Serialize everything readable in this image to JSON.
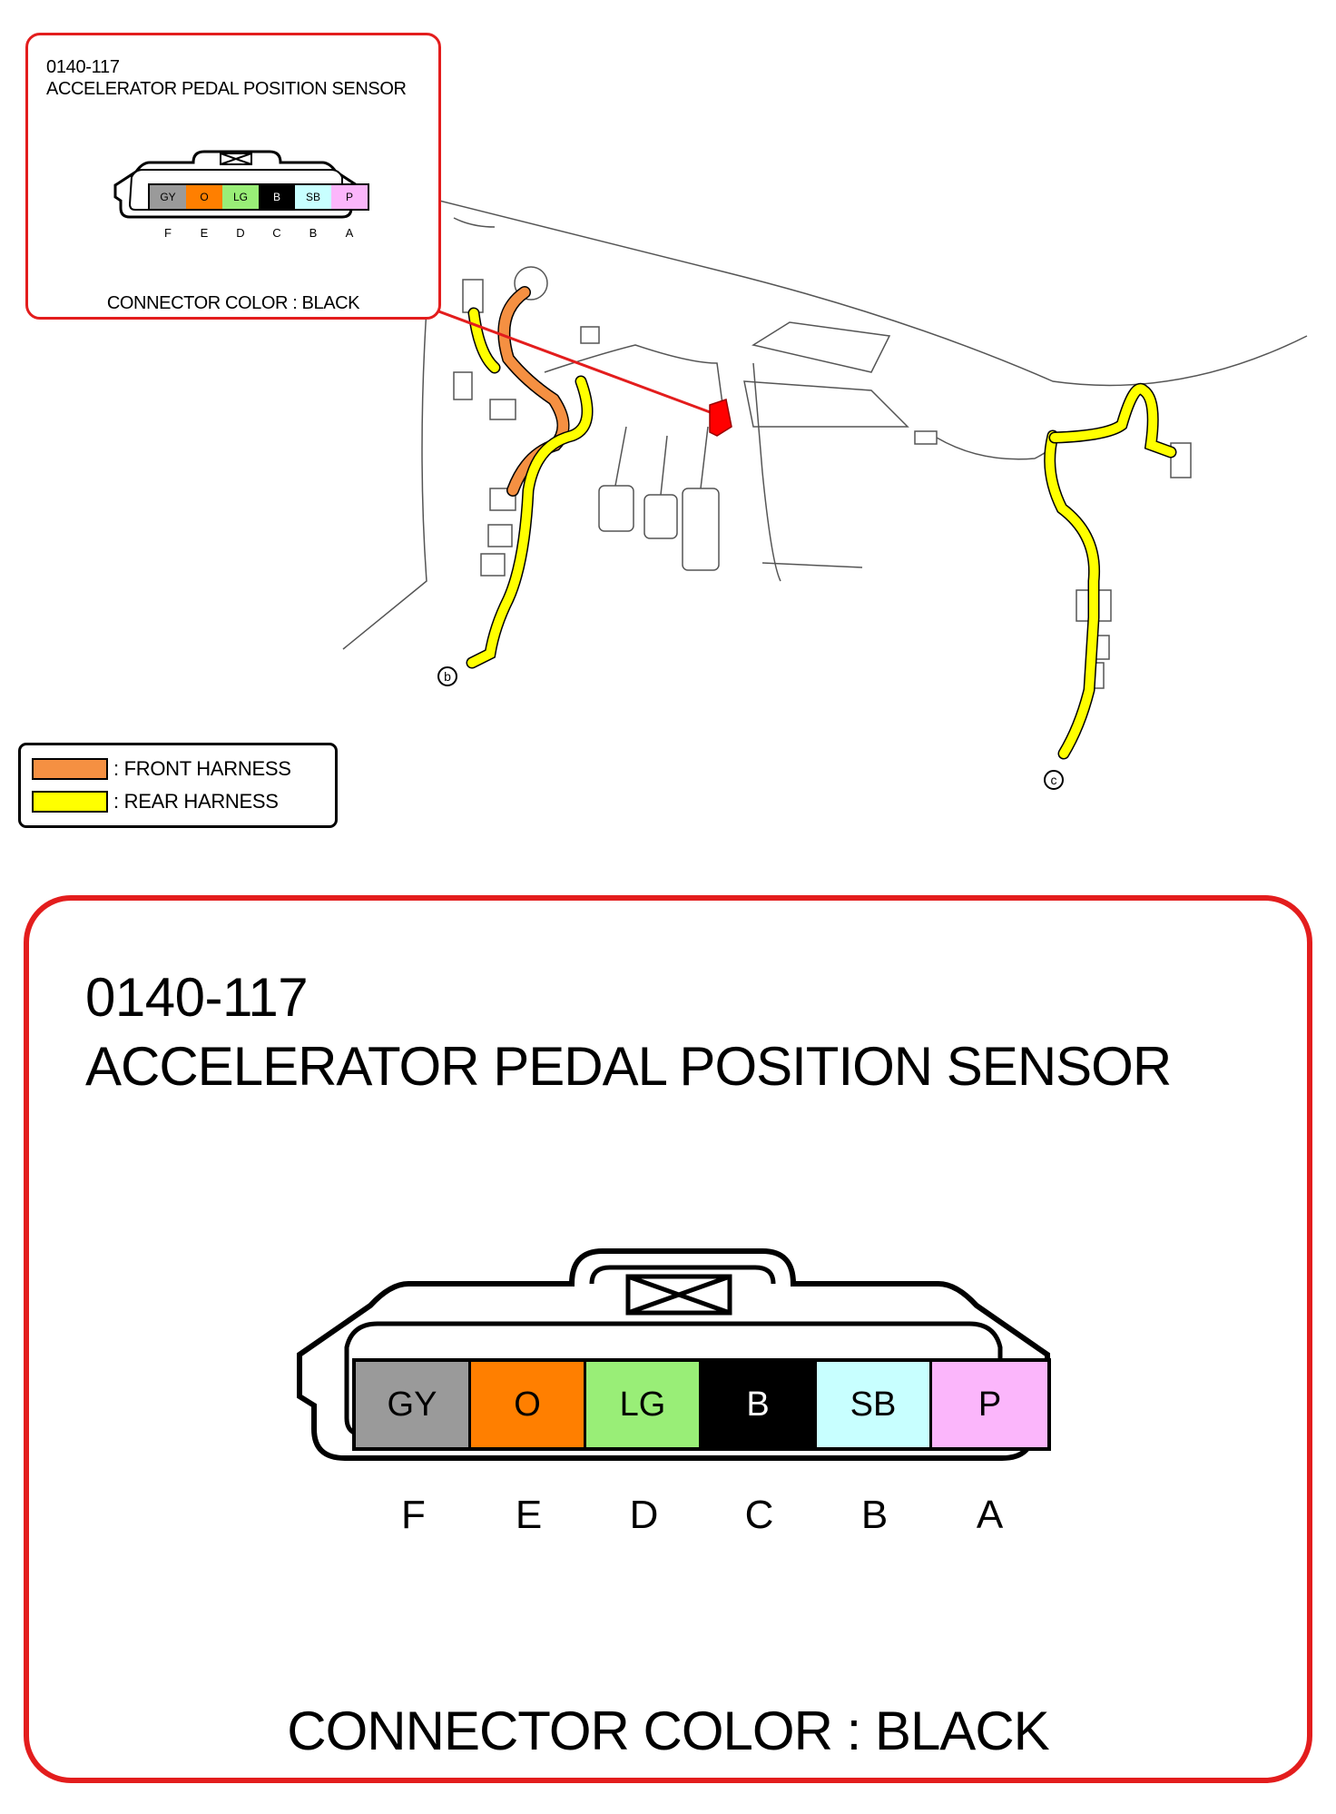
{
  "connector": {
    "code": "0140-117",
    "name": "ACCELERATOR PEDAL POSITION SENSOR",
    "connector_color_text": "CONNECTOR COLOR : BLACK",
    "cavities": [
      {
        "wire": "GY",
        "pin": "F",
        "fill": "#9a9a9a",
        "text_color": "#000000"
      },
      {
        "wire": "O",
        "pin": "E",
        "fill": "#ff7f00",
        "text_color": "#000000"
      },
      {
        "wire": "LG",
        "pin": "D",
        "fill": "#99ee77",
        "text_color": "#000000"
      },
      {
        "wire": "B",
        "pin": "C",
        "fill": "#000000",
        "text_color": "#ffffff"
      },
      {
        "wire": "SB",
        "pin": "B",
        "fill": "#c8ffff",
        "text_color": "#000000"
      },
      {
        "wire": "P",
        "pin": "A",
        "fill": "#fbb6fb",
        "text_color": "#000000"
      }
    ]
  },
  "legend": [
    {
      "label": ": FRONT HARNESS",
      "color": "#f59042"
    },
    {
      "label": ": REAR HARNESS",
      "color": "#ffff00"
    }
  ],
  "harness_end_labels": [
    "b",
    "c"
  ],
  "colors": {
    "frame_red": "#e31d1d",
    "highlighted_connector": "#ff0000",
    "front_harness": "#f59042",
    "rear_harness": "#ffff00"
  }
}
